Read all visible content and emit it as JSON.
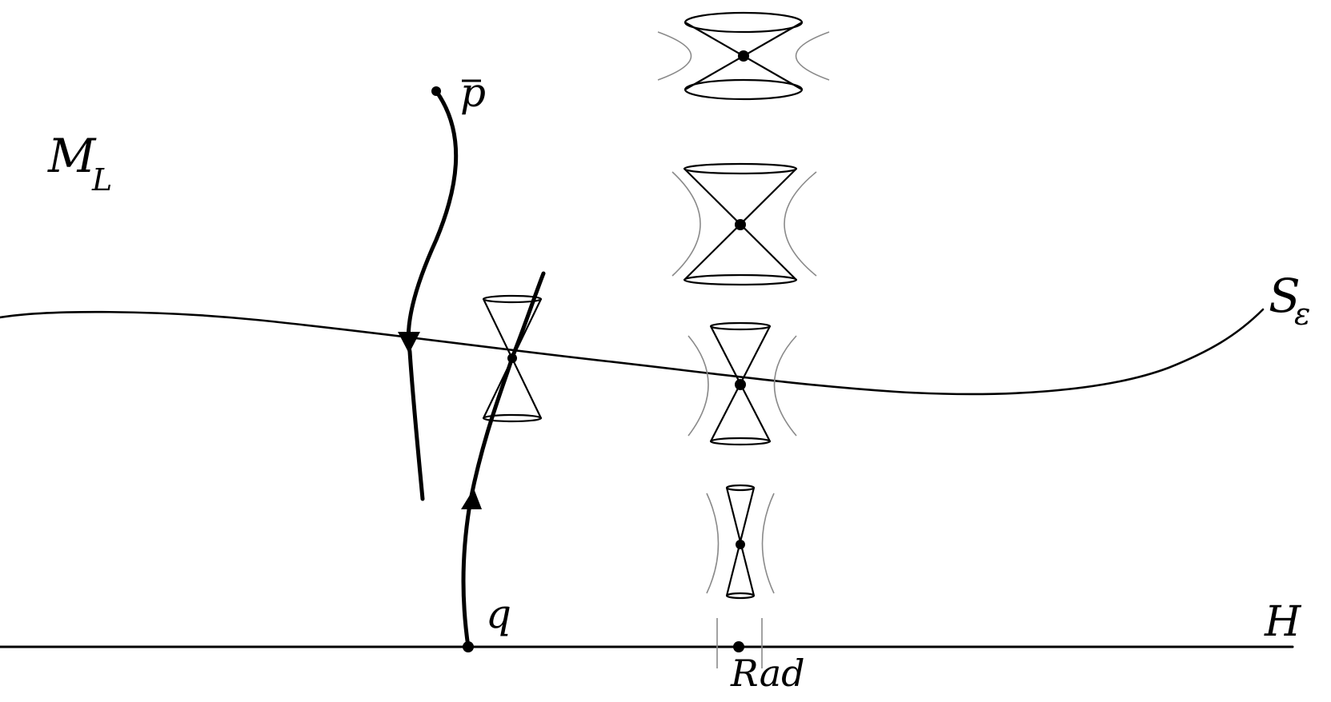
{
  "labels": {
    "manifold_main": "M",
    "manifold_sub": "L",
    "point_p": "p",
    "point_q": "q",
    "surface_main": "S",
    "surface_sub": "ε",
    "horizon": "H",
    "radius": "Rad"
  },
  "colors": {
    "ink": "#000000",
    "hyperbola": "#8a8a8a"
  }
}
